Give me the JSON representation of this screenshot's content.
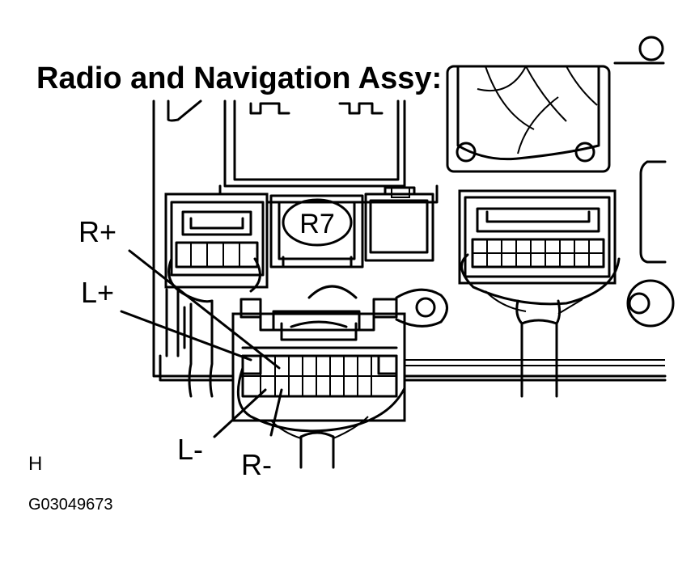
{
  "title": "Radio and Navigation Assy:",
  "connector_tag": "R7",
  "pins": {
    "r_plus": "R+",
    "l_plus": "L+",
    "l_minus": "L-",
    "r_minus": "R-"
  },
  "side_mark": "H",
  "figure_code": "G03049673"
}
